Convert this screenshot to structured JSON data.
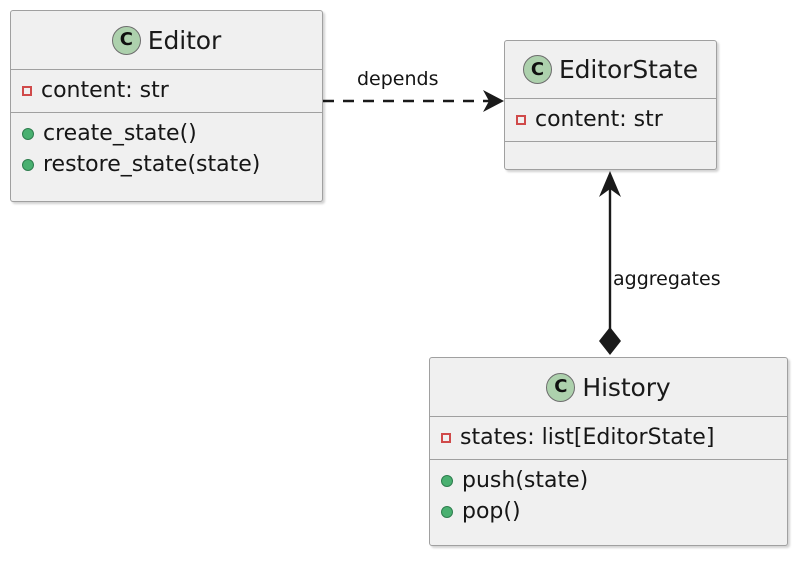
{
  "diagram": {
    "type": "uml-class-diagram",
    "background": "#ffffff",
    "colors": {
      "box_fill": "#f0f0f0",
      "box_border": "#a0a0a0",
      "class_icon_fill": "#add1ad",
      "attribute_marker": "#d04a4a",
      "method_marker": "#49b070",
      "line": "#1a1a1a",
      "text": "#161616"
    },
    "classes": [
      {
        "id": "editor",
        "name": "Editor",
        "icon": "class-icon-c",
        "icon_letter": "C",
        "attributes": [
          {
            "visibility": "private",
            "marker": "attribute-square-icon",
            "text": "content: str"
          }
        ],
        "methods": [
          {
            "visibility": "public",
            "marker": "method-circle-icon",
            "text": "create_state()"
          },
          {
            "visibility": "public",
            "marker": "method-circle-icon",
            "text": "restore_state(state)"
          }
        ]
      },
      {
        "id": "editorstate",
        "name": "EditorState",
        "icon": "class-icon-c",
        "icon_letter": "C",
        "attributes": [
          {
            "visibility": "private",
            "marker": "attribute-square-icon",
            "text": "content: str"
          }
        ],
        "methods": []
      },
      {
        "id": "history",
        "name": "History",
        "icon": "class-icon-c",
        "icon_letter": "C",
        "attributes": [
          {
            "visibility": "private",
            "marker": "attribute-square-icon",
            "text": "states: list[EditorState]"
          }
        ],
        "methods": [
          {
            "visibility": "public",
            "marker": "method-circle-icon",
            "text": "push(state)"
          },
          {
            "visibility": "public",
            "marker": "method-circle-icon",
            "text": "pop()"
          }
        ]
      }
    ],
    "relationships": [
      {
        "id": "editor-depends-editorstate",
        "label": "depends",
        "kind": "dependency",
        "line_style": "dashed",
        "source": "Editor",
        "target": "EditorState",
        "source_decoration": "none",
        "target_decoration": "open-arrow"
      },
      {
        "id": "history-aggregates-editorstate",
        "label": "aggregates",
        "kind": "aggregation",
        "line_style": "solid",
        "source": "History",
        "target": "EditorState",
        "source_decoration": "filled-diamond",
        "target_decoration": "open-arrow"
      }
    ]
  }
}
